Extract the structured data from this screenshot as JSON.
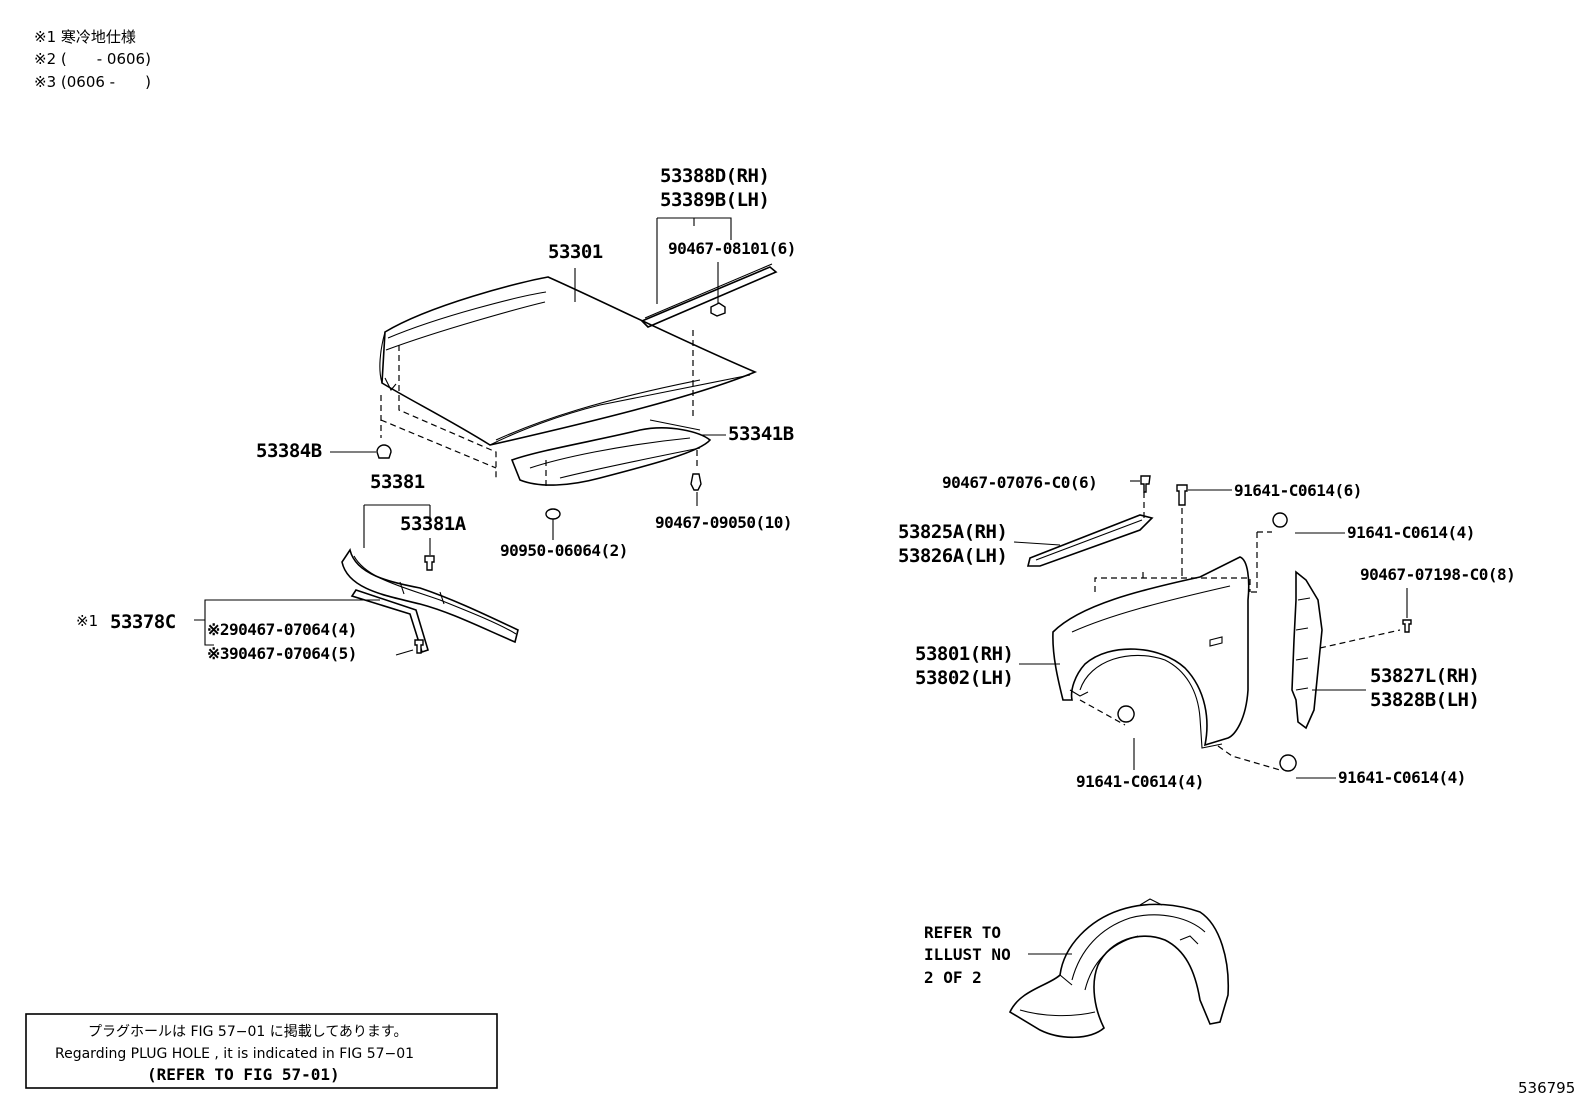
{
  "notes": [
    "※1 寒冷地仕様",
    "※2 (　　- 0606)",
    "※3 (0606 -　　)"
  ],
  "hood_group": {
    "hood": "53301",
    "seal_rh": "53388D(RH)",
    "seal_lh": "53389B(LH)",
    "seal_clip": "90467-08101(6)",
    "insulator": "53341B",
    "insulator_clip": "90467-09050(10)",
    "cushion": "53384B",
    "lock_support": "53381",
    "lock_support_sub": "53381A",
    "plug": "90950-06064(2)",
    "cold_mark": "※1",
    "cold_part": "53378C",
    "clip_2": "※290467-07064(4)",
    "clip_3": "※390467-07064(5)"
  },
  "fender_group": {
    "clip_a": "90467-07076-C0(6)",
    "bolt_top": "91641-C0614(6)",
    "seal_rh": "53825A(RH)",
    "seal_lh": "53826A(LH)",
    "bolt_rear": "91641-C0614(4)",
    "clip_b": "90467-07198-C0(8)",
    "fender_rh": "53801(RH)",
    "fender_lh": "53802(LH)",
    "liner_rh": "53827L(RH)",
    "liner_lh": "53828B(LH)",
    "bolt_bottom_left": "91641-C0614(4)",
    "bolt_bottom_right": "91641-C0614(4)"
  },
  "refer": [
    "REFER TO",
    "ILLUST NO",
    "2 OF 2"
  ],
  "plug_box": {
    "line1": "プラグホールは FIG 57−01 に掲載してあります。",
    "line2": "Regarding  PLUG  HOLE , it is indicated in  FIG  57−01",
    "line3": "(REFER TO FIG 57-01)"
  },
  "figure_number": "536795"
}
